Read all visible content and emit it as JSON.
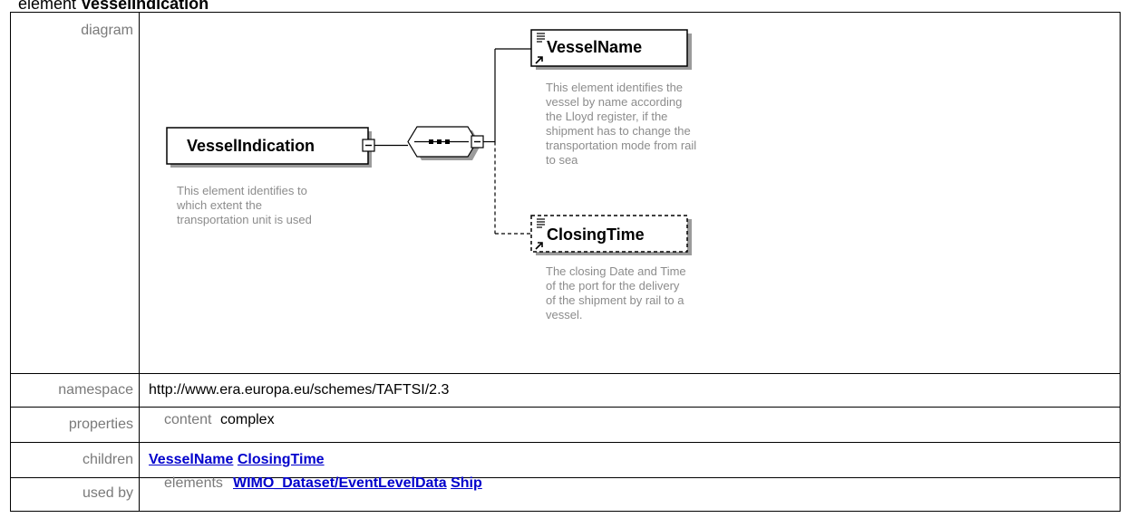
{
  "heading": {
    "prefix": "element ",
    "name": "VesselIndication"
  },
  "rows": {
    "diagram": {
      "label": "diagram"
    },
    "namespace": {
      "label": "namespace",
      "value": "http://www.era.europa.eu/schemes/TAFTSI/2.3"
    },
    "properties": {
      "label": "properties",
      "key": "content",
      "value": "complex"
    },
    "children": {
      "label": "children",
      "links": [
        "VesselName",
        "ClosingTime"
      ]
    },
    "used_by": {
      "label": "used by",
      "key": "elements",
      "links": [
        "WIMO_Dataset/EventLevelData",
        "Ship"
      ]
    }
  },
  "diagram": {
    "root": {
      "name": "VesselIndication",
      "doc": [
        "This element identifies to",
        "which extent the",
        "transportation unit is used"
      ]
    },
    "compositor": "sequence",
    "children": [
      {
        "name": "VesselName",
        "optional": false,
        "doc": [
          "This element identifies the",
          "vessel by name according",
          "the Lloyd register, if the",
          "shipment has to change the",
          "transportation mode from rail",
          "to sea"
        ]
      },
      {
        "name": "ClosingTime",
        "optional": true,
        "doc": [
          "The closing Date and Time",
          "of the port for the delivery",
          "of the shipment by rail to a",
          "vessel."
        ]
      }
    ]
  }
}
